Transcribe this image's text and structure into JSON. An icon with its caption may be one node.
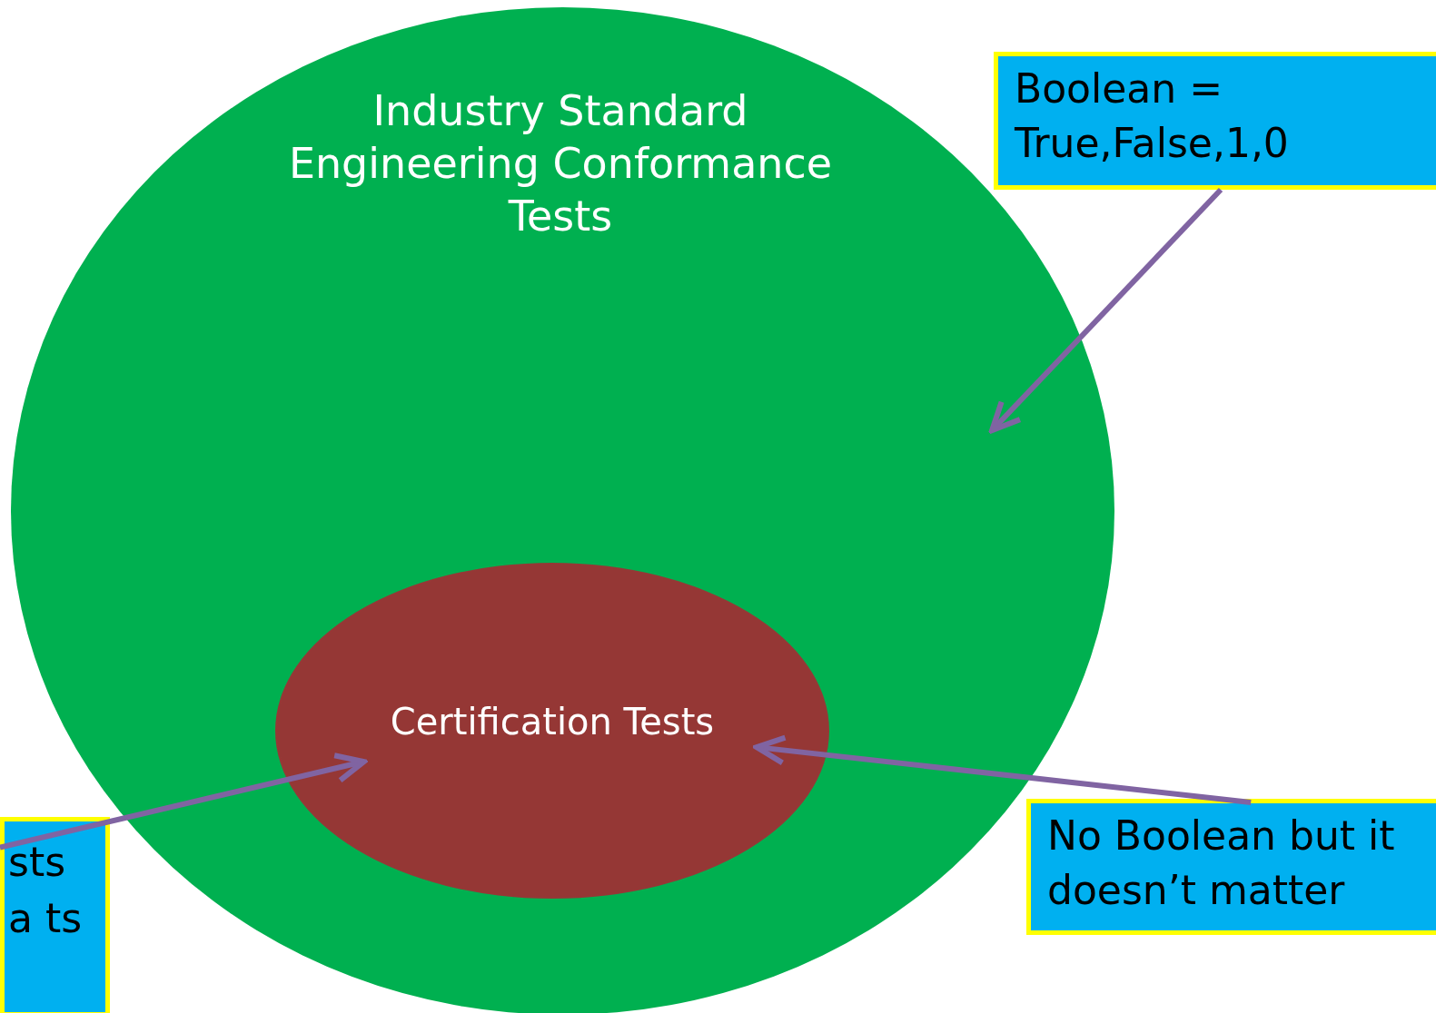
{
  "diagram": {
    "nodes": [
      {
        "text": [
          "Industry Standard Engineering Conformance Tests"
        ]
      },
      {
        "text": [
          "Certification Tests"
        ],
        "in": 0
      },
      {
        "text": [
          "Boolean = True,False,1,0"
        ]
      },
      {
        "text": [
          "sts a ts"
        ]
      },
      {
        "text": [
          "No Boolean but it doesn’t matter"
        ]
      }
    ],
    "edges": [
      {
        "from": 2,
        "to": 0,
        "arrow": "to"
      },
      {
        "from": 3,
        "to": 1,
        "arrow": "to"
      },
      {
        "from": 4,
        "to": 1,
        "arrow": "to"
      }
    ]
  }
}
